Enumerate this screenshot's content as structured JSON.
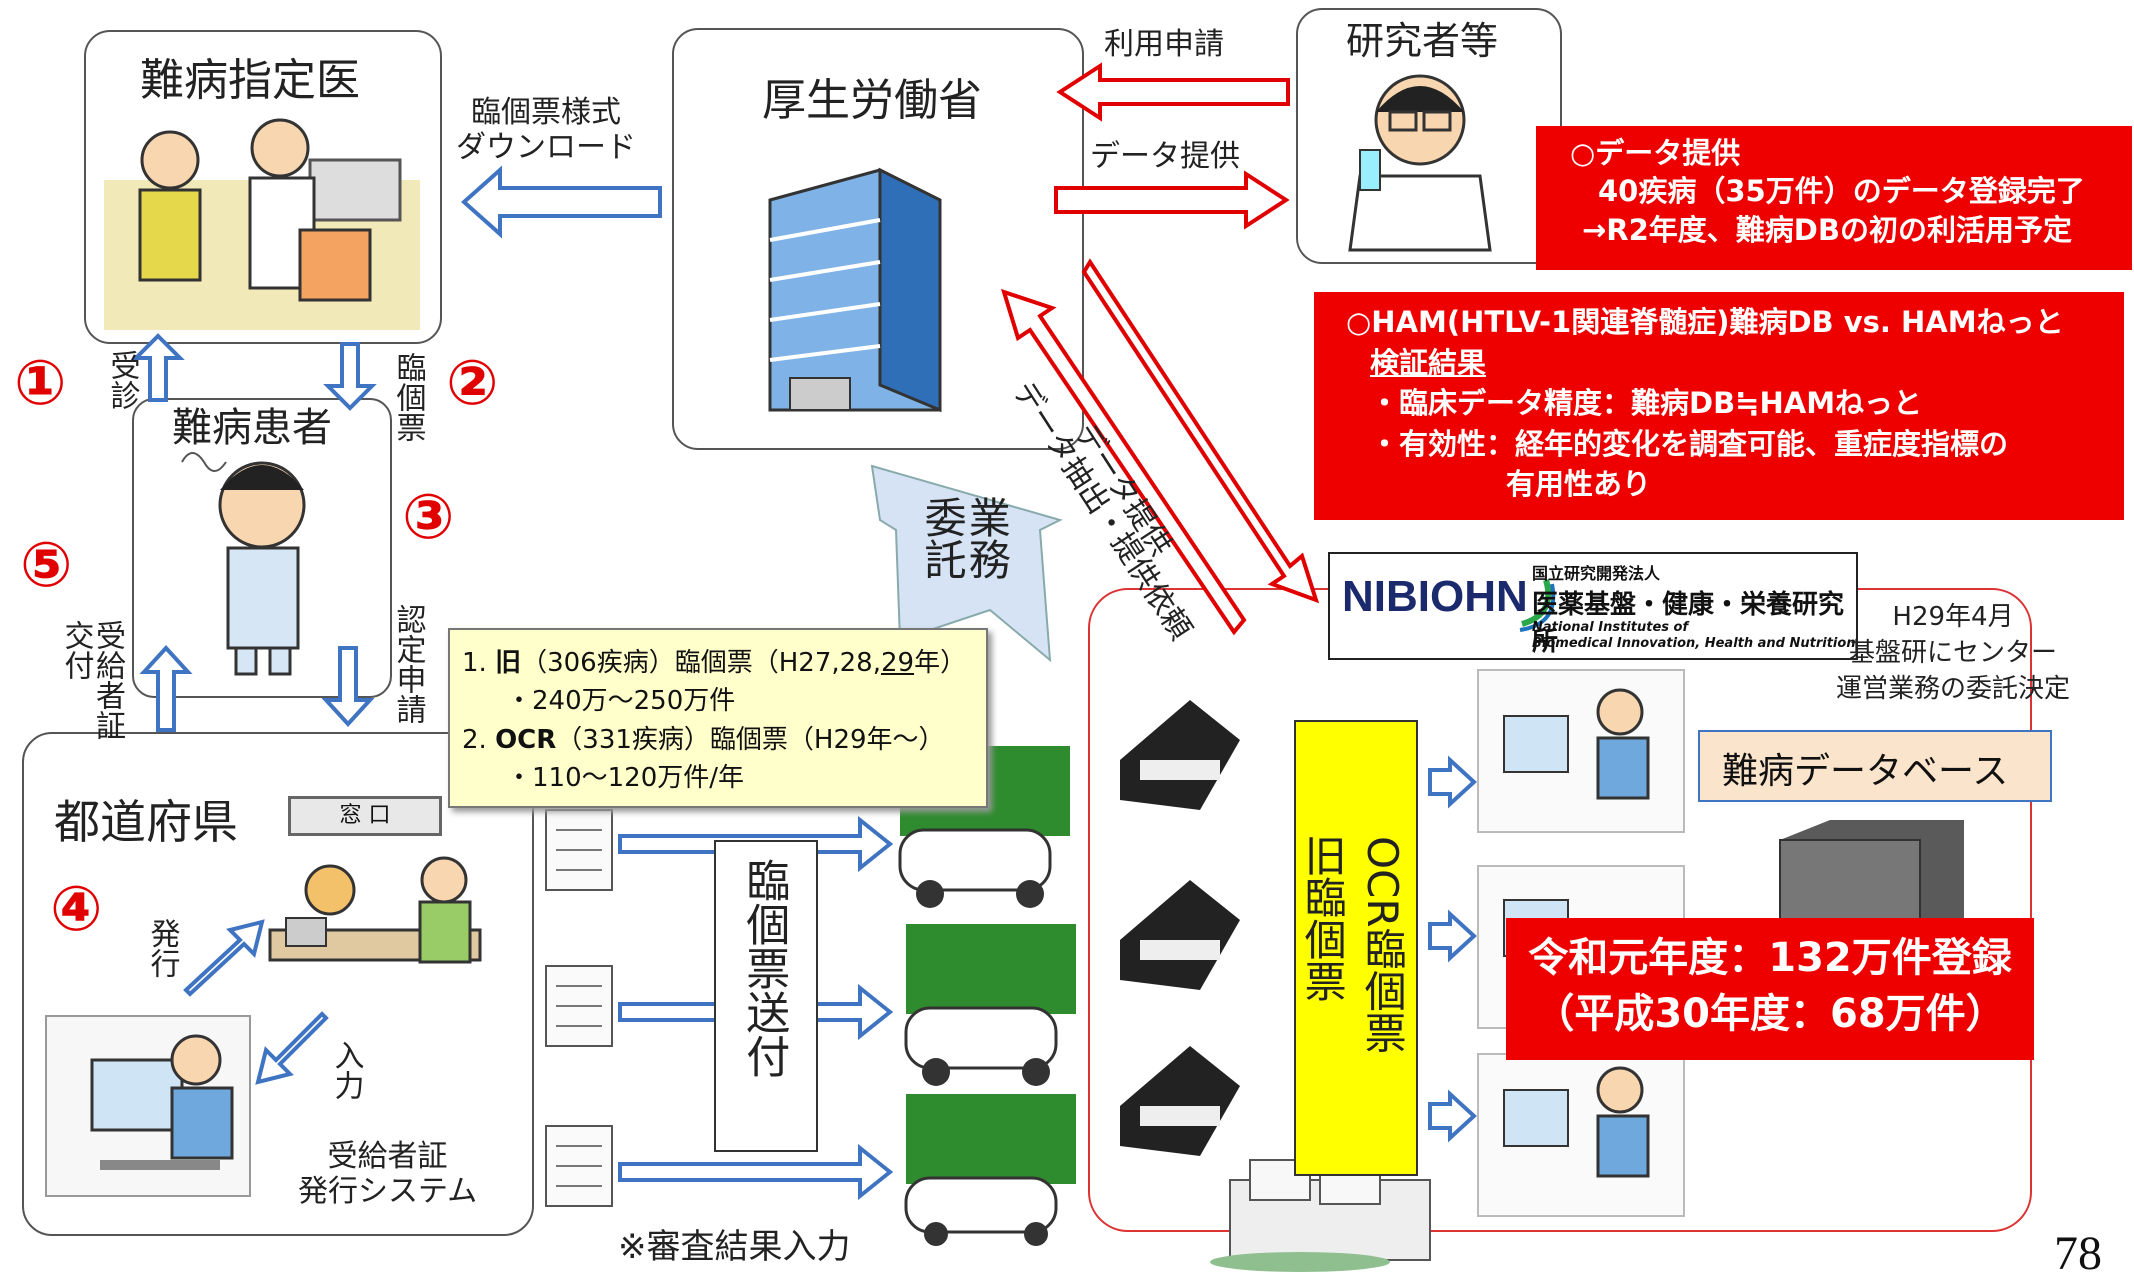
{
  "nodes": {
    "doctor": "難病指定医",
    "patient": "難病患者",
    "prefecture": "都道府県",
    "madoguchi": "窓 口",
    "mhlw": "厚生労働省",
    "researcher": "研究者等",
    "issuance_system": "受給者証\n発行システム",
    "db_label": "難病データベース"
  },
  "steps": {
    "s1": "①",
    "s2": "②",
    "s3": "③",
    "s4": "④",
    "s5": "⑤"
  },
  "flows": {
    "template_download": "臨個票様式\nダウンロード",
    "usage_request": "利用申請",
    "data_provision": "データ提供",
    "consult": "受診",
    "form": "臨個票",
    "cert_apply": "認定申請",
    "cert_issue": "受給者証交付",
    "issue": "発行",
    "input": "入力",
    "outsourcing": "業務委託",
    "form_send": "臨個票送付",
    "extraction_request": "データ抽出・提供依頼",
    "data_provision2": "データ提供",
    "review_input": "※審査結果入力"
  },
  "yellow_note": {
    "l1_pre": "1. ",
    "l1_bold": "旧",
    "l1_mid": "（306疾病）臨個票（H27,28,",
    "l1_u": "29",
    "l1_post": "年）",
    "l2": "・240万～250万件",
    "l3_pre": "2. ",
    "l3_bold": "OCR",
    "l3_post": "（331疾病）臨個票（H29年～）",
    "l4": "・110～120万件/年"
  },
  "red_box_1": {
    "l1": "○データ提供",
    "l2": "40疾病（35万件）のデータ登録完了",
    "l3": "→R2年度、難病DBの初の利活用予定"
  },
  "red_box_2": {
    "l1": "○HAM(HTLV-1関連脊髄症)難病DB vs. HAMねっと",
    "l2": "検証結果",
    "l3": "・臨床データ精度：難病DB≒HAMねっと",
    "l4": "・有効性：経年的変化を調査可能、重症度指標の",
    "l5": "有用性あり"
  },
  "red_box_3": {
    "l1": "令和元年度：132万件登録",
    "l2": "（平成30年度：68万件）"
  },
  "nibiohn": {
    "logo": "NIBIOHN",
    "jp_small": "国立研究開発法人",
    "jp_large": "医薬基盤・健康・栄養研究所",
    "en1": "National Institutes of",
    "en2": "Biomedical Innovation, Health and Nutrition"
  },
  "h29_note": "H29年4月\n基盤研にセンター\n運営業務の委託決定",
  "old_form": "旧臨個票",
  "ocr_form": "OCR臨個票",
  "page_number": "78",
  "colors": {
    "arrow_blue": "#3f74c2",
    "arrow_red": "#e00000",
    "highlight_yellow": "#ffff00",
    "note_yellow": "#ffffcc",
    "truck_green": "#2e8b2e"
  }
}
